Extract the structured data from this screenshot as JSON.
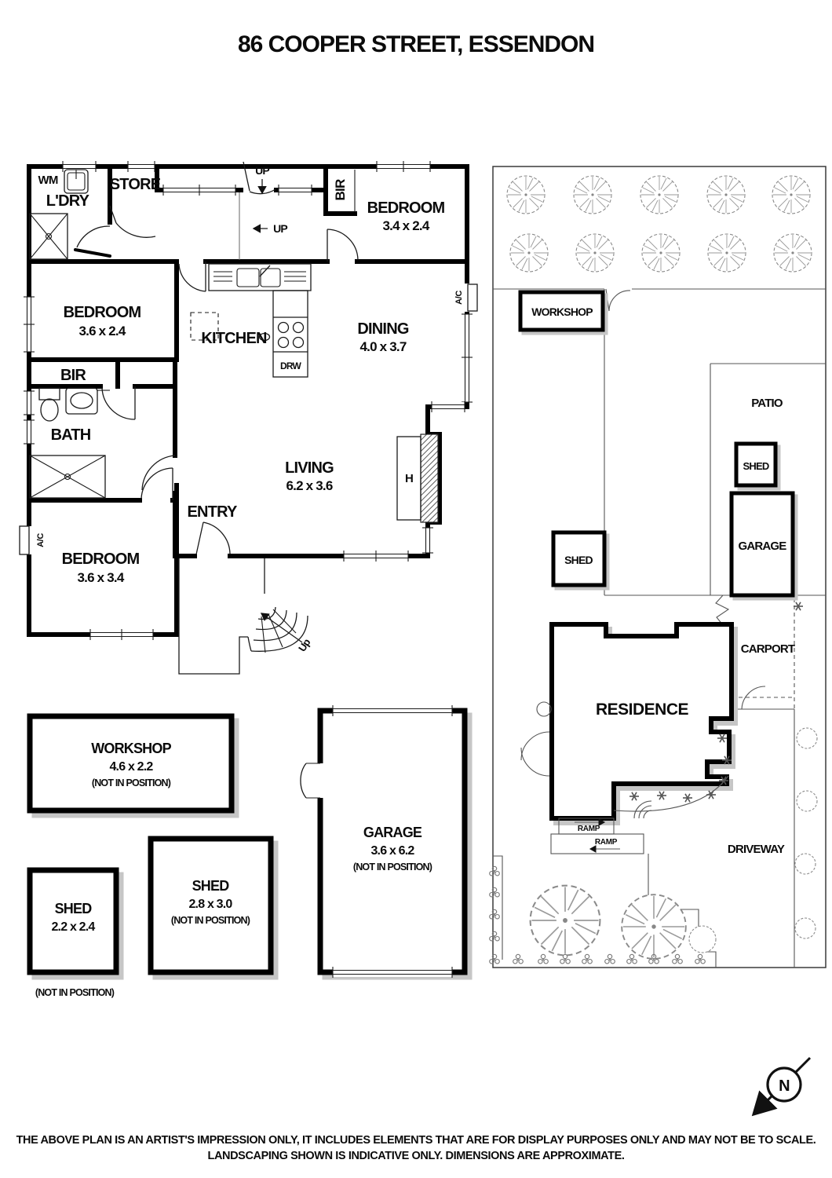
{
  "title": "86 COOPER STREET, ESSENDON",
  "floorplan": {
    "rooms": {
      "ldry": {
        "label": "L'DRY"
      },
      "store": {
        "label": "STORE"
      },
      "bedroom_top_right": {
        "label": "BEDROOM",
        "dims": "3.4 x 2.4"
      },
      "bedroom_left": {
        "label": "BEDROOM",
        "dims": "3.6 x 2.4"
      },
      "bedroom_bottom_left": {
        "label": "BEDROOM",
        "dims": "3.6 x 3.4"
      },
      "kitchen": {
        "label": "KITCHEN"
      },
      "dining": {
        "label": "DINING",
        "dims": "4.0 x 3.7"
      },
      "living": {
        "label": "LIVING",
        "dims": "6.2 x 3.6"
      },
      "bath": {
        "label": "BATH"
      },
      "entry": {
        "label": "ENTRY"
      }
    },
    "annotations": {
      "wm": "WM",
      "bir_top_right": "BIR",
      "bir_left": "BIR",
      "up_door": "UP",
      "up_hall": "UP",
      "up_stairs": "Up",
      "drw": "DRW",
      "heater": "H",
      "ac_dining": "A/C",
      "ac_bedroom": "A/C"
    }
  },
  "outbuildings": {
    "workshop": {
      "label": "WORKSHOP",
      "dims": "4.6 x 2.2",
      "note": "(NOT IN POSITION)"
    },
    "shed_small": {
      "label": "SHED",
      "dims": "2.2 x 2.4",
      "note": "(NOT IN POSITION)"
    },
    "shed_mid": {
      "label": "SHED",
      "dims": "2.8 x 3.0",
      "note": "(NOT IN POSITION)"
    },
    "garage": {
      "label": "GARAGE",
      "dims": "3.6 x 6.2",
      "note": "(NOT IN POSITION)"
    }
  },
  "siteplan": {
    "workshop": "WORKSHOP",
    "patio": "PATIO",
    "shed_top": "SHED",
    "garage": "GARAGE",
    "shed_left": "SHED",
    "carport": "CARPORT",
    "residence": "RESIDENCE",
    "ramp_upper": "RAMP",
    "ramp_lower": "RAMP",
    "driveway": "DRIVEWAY"
  },
  "compass": {
    "north": "N"
  },
  "disclaimer": {
    "line1": "THE ABOVE PLAN IS AN ARTIST'S IMPRESSION ONLY, IT INCLUDES ELEMENTS THAT ARE FOR DISPLAY PURPOSES ONLY AND MAY NOT BE TO SCALE.",
    "line2": "LANDSCAPING SHOWN IS INDICATIVE ONLY. DIMENSIONS ARE APPROXIMATE."
  }
}
